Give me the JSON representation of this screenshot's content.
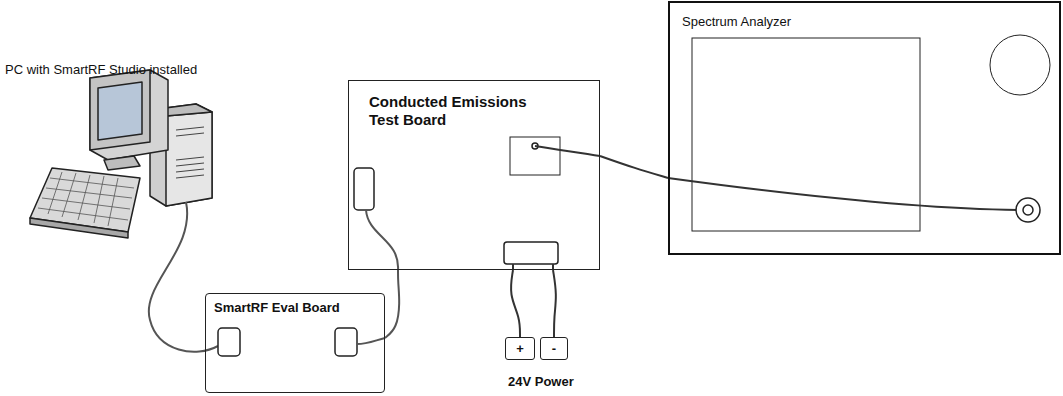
{
  "diagram": {
    "nodes": [
      {
        "text": [
          "Conducted Emissions Test Board"
        ]
      },
      {
        "text": [
          "Spectrum Analyzer"
        ]
      },
      {
        "text": [
          "SmartRF Eval Board"
        ]
      },
      {
        "text": [
          "+"
        ]
      },
      {
        "text": [
          "-"
        ]
      }
    ],
    "edges": [
      {
        "from": 2,
        "to": 0,
        "arrow": "none"
      },
      {
        "from": 0,
        "to": 1,
        "arrow": "none"
      },
      {
        "from": 0,
        "to": 3,
        "arrow": "none"
      },
      {
        "from": 0,
        "to": 4,
        "arrow": "none"
      }
    ],
    "labels": [
      "PC with SmartRF Studio installed",
      "24V Power"
    ]
  }
}
